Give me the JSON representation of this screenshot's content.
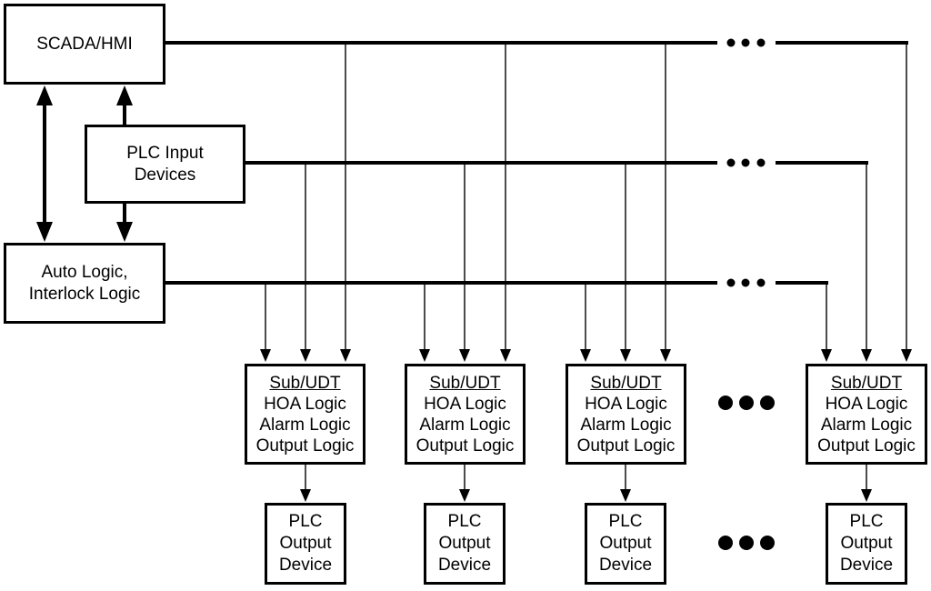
{
  "diagram": {
    "nodes": {
      "scada": {
        "label": "SCADA/HMI"
      },
      "plc_input": {
        "lines": [
          "PLC Input",
          "Devices"
        ]
      },
      "auto_logic": {
        "lines": [
          "Auto Logic,",
          "Interlock Logic"
        ]
      },
      "sub_udt": {
        "title": "Sub/UDT",
        "lines": [
          "HOA Logic",
          "Alarm Logic",
          "Output Logic"
        ]
      },
      "plc_output": {
        "lines": [
          "PLC",
          "Output",
          "Device"
        ]
      }
    },
    "connections": [
      "SCADA/HMI <-> Auto Logic, Interlock Logic (double-headed arrow)",
      "PLC Input Devices -> SCADA/HMI (arrow up)",
      "PLC Input Devices -> Auto Logic, Interlock Logic (arrow down)",
      "SCADA/HMI bus -> right arrow drop of each Sub/UDT box",
      "PLC Input Devices bus -> middle arrow drop of each Sub/UDT box",
      "Auto Logic bus -> left arrow drop of each Sub/UDT box",
      "Each Sub/UDT -> PLC Output Device (arrow down)"
    ],
    "icons": {
      "bus_continuation": "ellipsis-dots",
      "column_continuation": "ellipsis-dots"
    },
    "colors": {
      "line": "#000000",
      "text": "#000000",
      "background": "#ffffff",
      "box_fill": "#ffffff"
    }
  }
}
